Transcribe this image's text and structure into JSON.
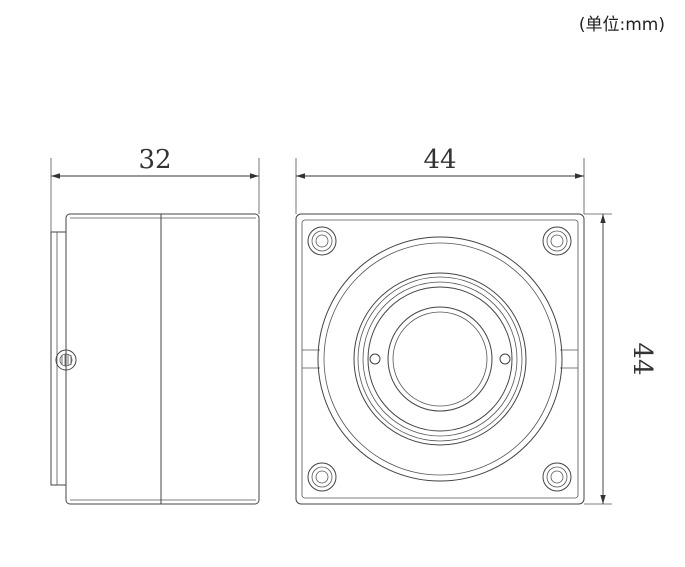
{
  "unit_label": "(单位:mm)",
  "dimensions": {
    "side_width": "32",
    "front_width": "44",
    "front_height": "44"
  }
}
